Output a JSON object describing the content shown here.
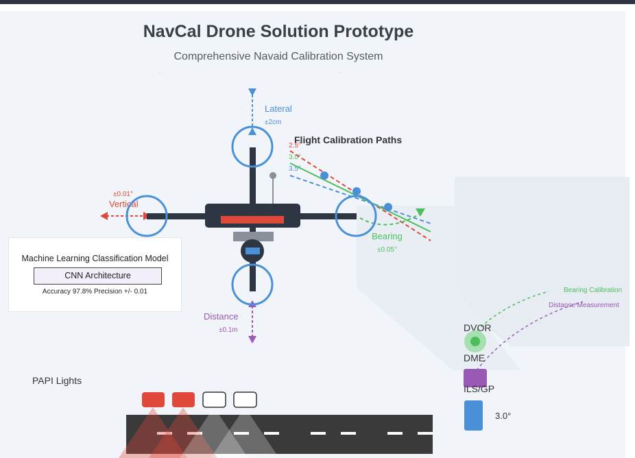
{
  "header": {
    "title": "NavCal Drone Solution Prototype",
    "subtitle": "Comprehensive Navaid Calibration System"
  },
  "axes": {
    "lateral": {
      "label": "Lateral",
      "tolerance": "±2cm"
    },
    "vertical": {
      "label": "Vertical",
      "tolerance": "±0.01°"
    },
    "bearing": {
      "label": "Bearing",
      "tolerance": "±0.05°"
    },
    "distance": {
      "label": "Distance",
      "tolerance": "±0.1m"
    }
  },
  "flight_paths": {
    "title": "Flight Calibration Paths",
    "paths": [
      {
        "label": "2.5°",
        "color": "#e0483a"
      },
      {
        "label": "3.0°",
        "color": "#4cbf5c"
      },
      {
        "label": "3.5°",
        "color": "#4a90d9"
      }
    ]
  },
  "ml_model": {
    "title": "Machine Learning Classification Model",
    "architecture": "CNN Architecture",
    "metrics": "Accuracy 97.8%  Precision +/- 0.01"
  },
  "stations": {
    "dvor": "DVOR",
    "dme": "DME",
    "ils_gp": "ILS/GP",
    "glide_angle": "3.0°",
    "bearing_label": "Bearing Calibration",
    "distance_label": "Distance Measurement"
  },
  "papi": {
    "label": "PAPI Lights",
    "lights": [
      "red",
      "red",
      "white",
      "white"
    ]
  },
  "colors": {
    "red": "#e0483a",
    "green": "#4cbf5c",
    "blue": "#4a90d9",
    "purple": "#9b59b6",
    "dark": "#2d3642"
  }
}
